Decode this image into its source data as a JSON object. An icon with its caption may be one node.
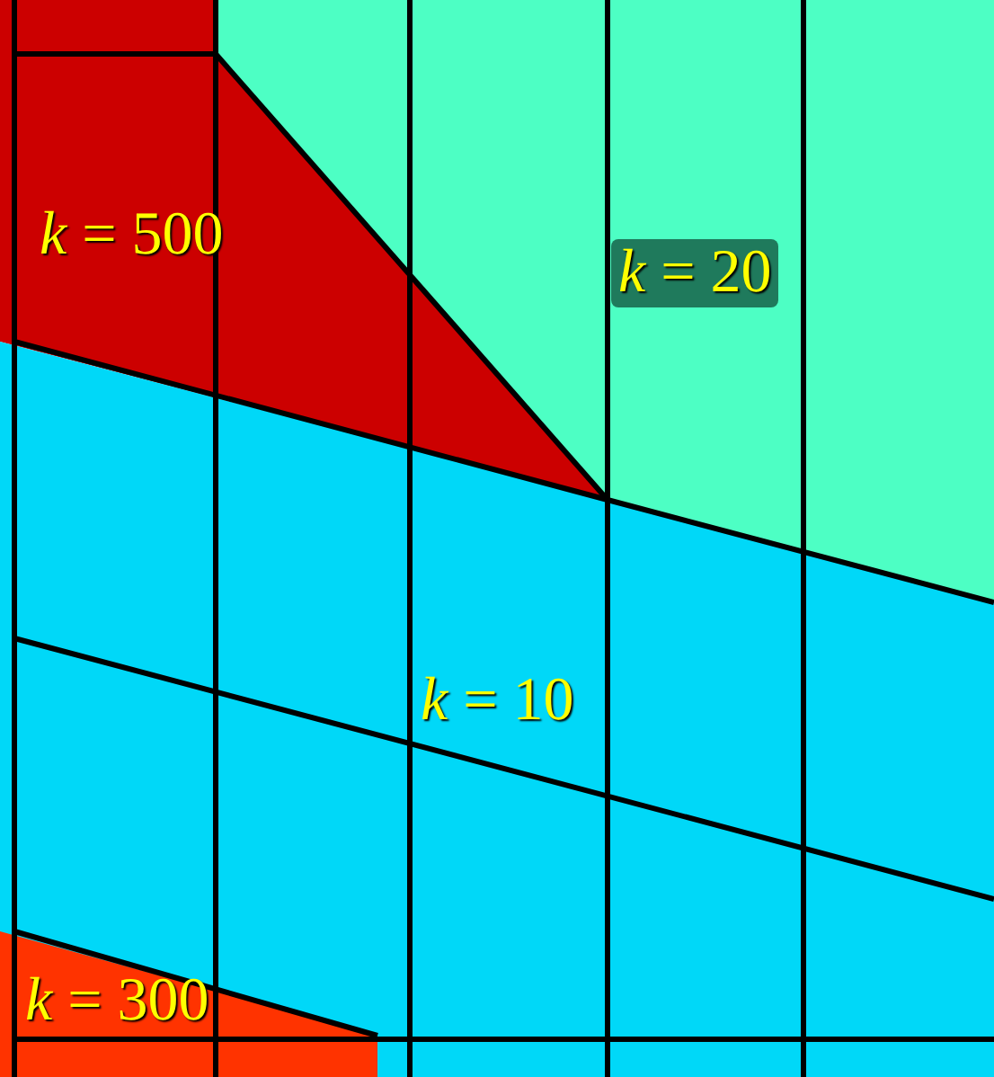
{
  "diagram": {
    "labels": [
      "*k* = 500",
      "*k* = 20",
      "*k* = 10",
      "*k* = 300"
    ]
  }
}
